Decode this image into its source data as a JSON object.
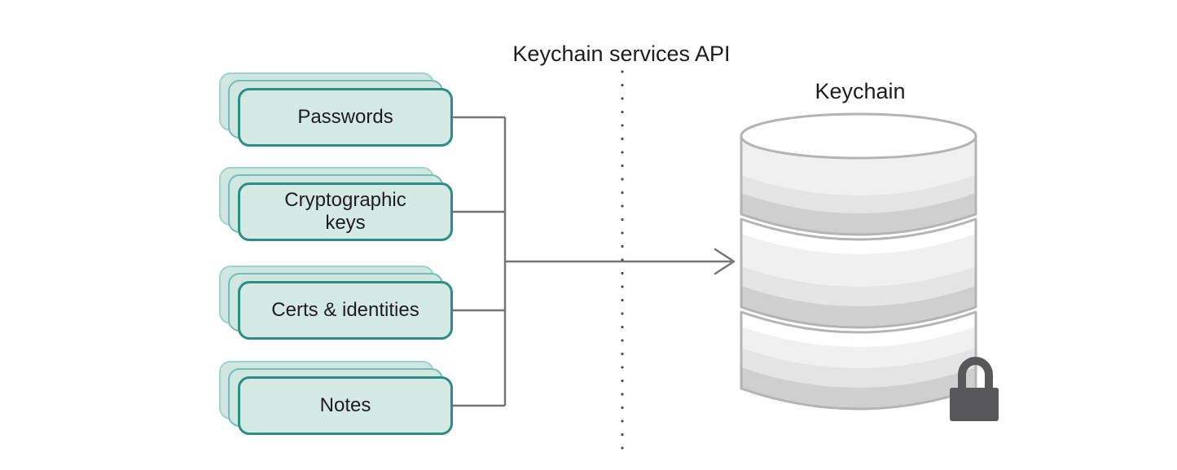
{
  "diagram": {
    "api_label": "Keychain services API",
    "items": [
      {
        "label": "Passwords",
        "stack_count": 3
      },
      {
        "label": "Cryptographic keys",
        "stack_count": 3
      },
      {
        "label": "Certs & identities",
        "stack_count": 3
      },
      {
        "label": "Notes",
        "stack_count": 3
      }
    ],
    "database": {
      "label": "Keychain",
      "icon": "database-cylinder-icon",
      "segments": 3,
      "locked": true
    },
    "colors": {
      "card_fill": "#d5e9e4",
      "card_border": "#2e8c87",
      "card_back_border_inner": "#74bdb5",
      "card_back_border_outer": "#9ed3cb",
      "connector_line": "#757575",
      "dotted_line": "#4a4a4a",
      "cylinder_stroke": "#b4b4b4",
      "cylinder_bands": [
        "#ffffff",
        "#f0f0f0",
        "#e4e4e4",
        "#cfcfcf"
      ],
      "lock": "#58585a",
      "text": "#1d1d1f",
      "background": "#ffffff"
    }
  }
}
